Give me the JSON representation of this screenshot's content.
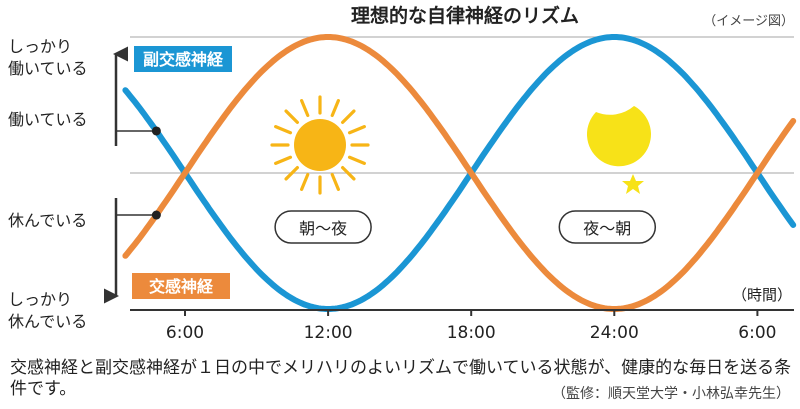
{
  "chart_data": {
    "type": "line",
    "title": "理想的な自律神経のリズム",
    "note": "（イメージ図）",
    "xlabel": "（時間）",
    "x_ticks": [
      "6:00",
      "12:00",
      "18:00",
      "24:00",
      "6:00"
    ],
    "x_range_hours": [
      3.5,
      31.5
    ],
    "y_labels": [
      {
        "text": [
          "しっかり",
          "働いている"
        ],
        "level": 1.0
      },
      {
        "text": [
          "働いている"
        ],
        "level": 0.5
      },
      {
        "text": [
          "休んでいる"
        ],
        "level": -0.5
      },
      {
        "text": [
          "しっかり",
          "休んでいる"
        ],
        "level": -1.0
      }
    ],
    "y_range": [
      -1.0,
      1.0
    ],
    "series": [
      {
        "name": "副交感神経",
        "color": "#1b96d4",
        "peak_hour": 0,
        "period_hours": 24,
        "marker_hour": 4.8
      },
      {
        "name": "交感神経",
        "color": "#ec8a3c",
        "peak_hour": 12,
        "period_hours": 24,
        "marker_hour": 4.8
      }
    ],
    "periods": [
      {
        "label": "朝〜夜",
        "icon": "sun-icon",
        "hour": 12
      },
      {
        "label": "夜〜朝",
        "icon": "moon-icon",
        "hour": 24
      }
    ],
    "grid": "horizontal",
    "colors": {
      "sun": "#f7b516",
      "moon": "#f7e218",
      "axis": "#333333",
      "grid": "#b8b8b8"
    }
  },
  "caption": "交感神経と副交感神経が１日の中でメリハリのよいリズムで働いている状態が、健康的な毎日を送る条件です。",
  "credit": "（監修：順天堂大学・小林弘幸先生）"
}
